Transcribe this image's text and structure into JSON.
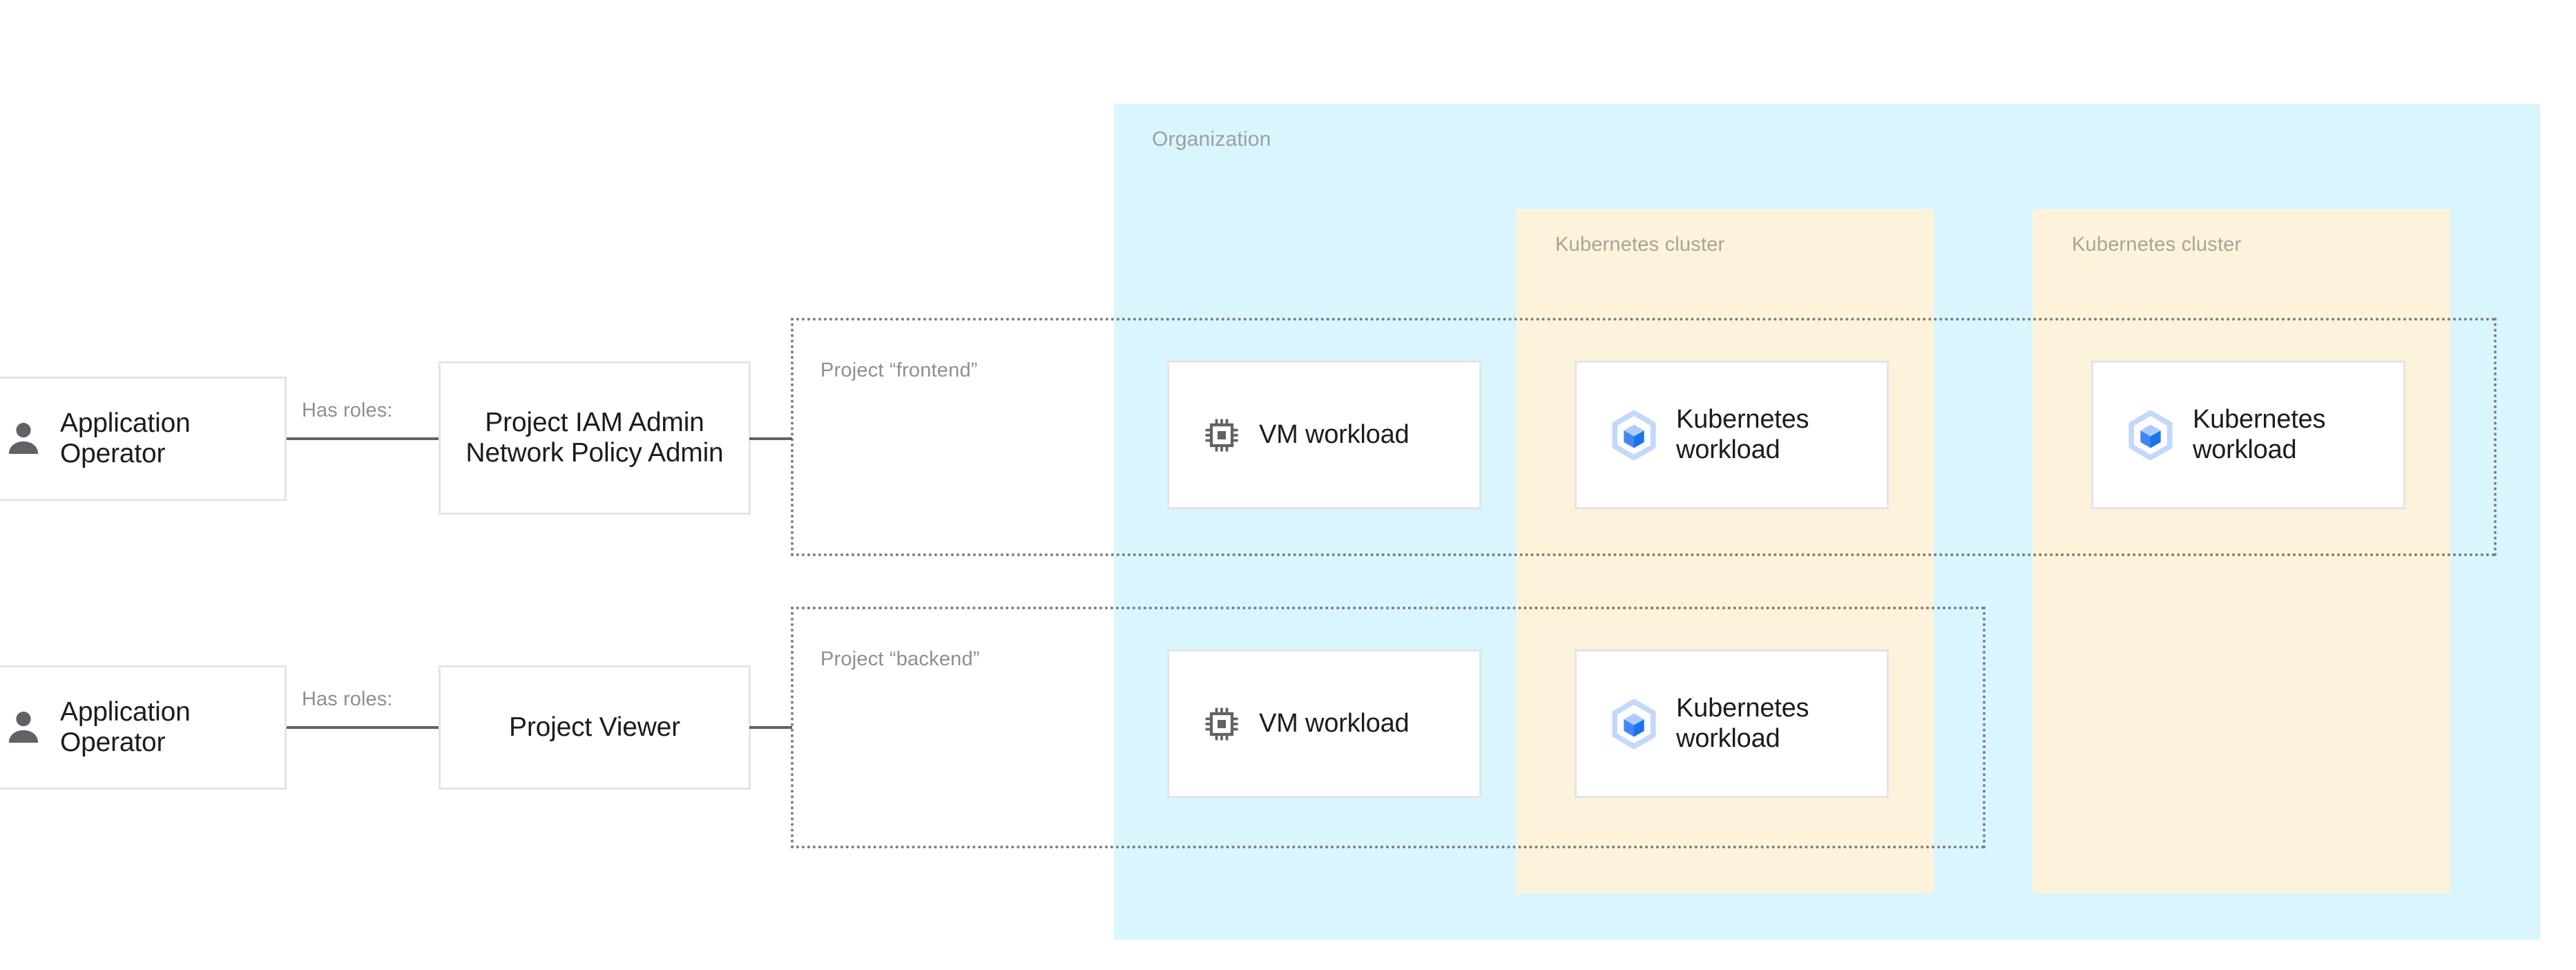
{
  "diagram": {
    "organization": {
      "label": "Organization",
      "fill": "#d9f5fd"
    },
    "clusters": [
      {
        "label": "Kubernetes cluster",
        "fill": "#fdf3da"
      },
      {
        "label": "Kubernetes cluster",
        "fill": "#fdf3da"
      }
    ],
    "projects": [
      {
        "label": "Project “frontend”"
      },
      {
        "label": "Project “backend”"
      }
    ],
    "actors": [
      {
        "label": "Application Operator",
        "icon": "person-icon"
      },
      {
        "label": "Application Operator",
        "icon": "person-icon"
      }
    ],
    "relations": [
      {
        "label": "Has roles:"
      },
      {
        "label": "Has roles:"
      }
    ],
    "roles": [
      {
        "label": "Project IAM Admin Network Policy Admin"
      },
      {
        "label": "Project Viewer"
      }
    ],
    "workloads": {
      "vm_frontend": {
        "label": "VM workload",
        "icon": "chip-icon"
      },
      "k8s_frontend": {
        "label": "Kubernetes workload",
        "icon": "kubernetes-icon"
      },
      "k8s_frontend2": {
        "label": "Kubernetes workload",
        "icon": "kubernetes-icon"
      },
      "vm_backend": {
        "label": "VM workload",
        "icon": "chip-icon"
      },
      "k8s_backend": {
        "label": "Kubernetes workload",
        "icon": "kubernetes-icon"
      }
    },
    "colors": {
      "organization_fill": "#d9f5fd",
      "cluster_fill": "#fdf3da",
      "card_border": "#e4e4e4",
      "connector": "#5f6368",
      "muted_text": "#8f8f8f",
      "body_text": "#1c1c1c",
      "kubernetes_blue": "#4285f4",
      "kubernetes_light": "#aecbfa",
      "icon_gray": "#5f6368"
    }
  }
}
